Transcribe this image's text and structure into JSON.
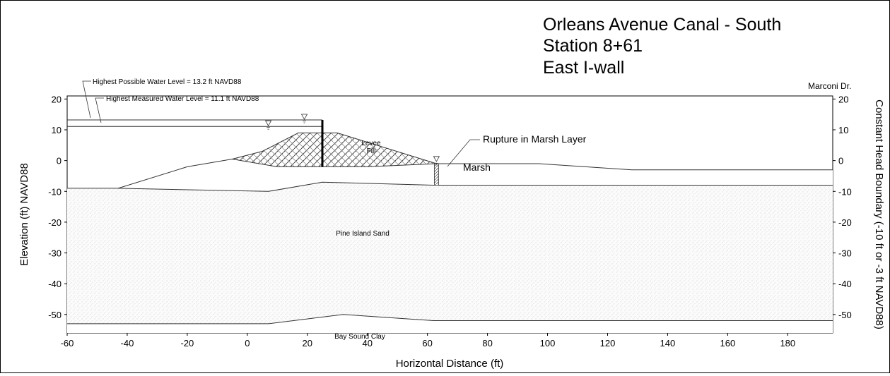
{
  "title": {
    "line1": "Orleans Avenue Canal - South",
    "line2": "Station 8+61",
    "line3": "East I-wall"
  },
  "axes": {
    "x_label": "Horizontal Distance (ft)",
    "y_label_left": "Elevation (ft) NAVD88",
    "y_label_right": "Constant Head Boundary (-10 ft or -3 ft NAVD88)",
    "x_ticks": [
      "-60",
      "-40",
      "-20",
      "0",
      "20",
      "40",
      "60",
      "80",
      "100",
      "120",
      "140",
      "160",
      "180"
    ],
    "y_ticks": [
      "20",
      "10",
      "0",
      "-10",
      "-20",
      "-30",
      "-40",
      "-50"
    ]
  },
  "annotations": {
    "highest_possible_water": "Highest Possible Water Level = 13.2 ft NAVD88",
    "highest_measured_water": "Highest Measured Water Level = 11.1 ft NAVD88",
    "rupture": "Rupture in Marsh Layer",
    "marconi": "Marconi Dr."
  },
  "layers": {
    "levee_line1": "Levee",
    "levee_line2": "Fill",
    "marsh": "Marsh",
    "pine_island_sand": "Pine Island Sand",
    "bay_sound_clay": "Bay Sound Clay"
  },
  "chart_data": {
    "type": "cross-section",
    "xlim": [
      -60,
      195
    ],
    "ylim": [
      -56,
      21
    ],
    "water_levels": [
      {
        "elevation": 13.2,
        "x_start": -60,
        "x_end": 25
      },
      {
        "elevation": 11.1,
        "x_start": -60,
        "x_end": 25
      }
    ],
    "i_wall": {
      "x": 25,
      "top": 13.2,
      "bottom": -2
    },
    "ground_surface": [
      [
        -43,
        -9
      ],
      [
        -20,
        -2
      ],
      [
        -5,
        0.5
      ],
      [
        63,
        -1
      ],
      [
        97,
        -1
      ],
      [
        128,
        -3
      ],
      [
        195,
        -3
      ]
    ],
    "marsh_bottom": [
      [
        -60,
        -9
      ],
      [
        -43,
        -9
      ],
      [
        7,
        -10
      ],
      [
        25,
        -7
      ],
      [
        62,
        -8
      ],
      [
        195,
        -8
      ]
    ],
    "levee_fill": [
      [
        -5,
        0.5
      ],
      [
        5,
        3
      ],
      [
        17,
        9
      ],
      [
        30,
        9
      ],
      [
        63,
        -1
      ],
      [
        40,
        -2
      ],
      [
        10,
        -2
      ],
      [
        -5,
        0.5
      ]
    ],
    "clay_top": [
      [
        -60,
        -53
      ],
      [
        7,
        -53
      ],
      [
        32,
        -50
      ],
      [
        62,
        -52
      ],
      [
        195,
        -52
      ]
    ],
    "rupture_x": 63,
    "constant_head_boundary": [
      -10,
      -3
    ]
  }
}
